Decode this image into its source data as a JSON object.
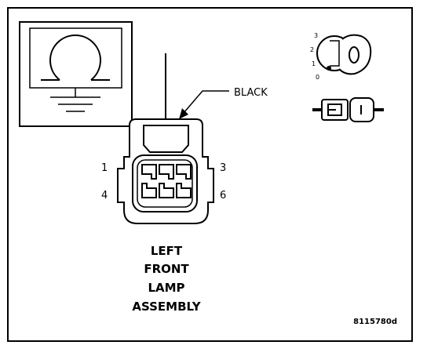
{
  "diagram": {
    "wire_color_label": "BLACK",
    "pin_labels": {
      "pin_1": "1",
      "pin_3": "3",
      "pin_4": "4",
      "pin_6": "6"
    },
    "component_name": [
      "LEFT",
      "FRONT",
      "LAMP",
      "ASSEMBLY"
    ],
    "ignition_positions": [
      "3",
      "2",
      "1",
      "0"
    ],
    "figure_id": "8115780d",
    "meter_symbol": "ohm-meter",
    "colors": {
      "line": "#000000",
      "background": "#ffffff"
    }
  }
}
